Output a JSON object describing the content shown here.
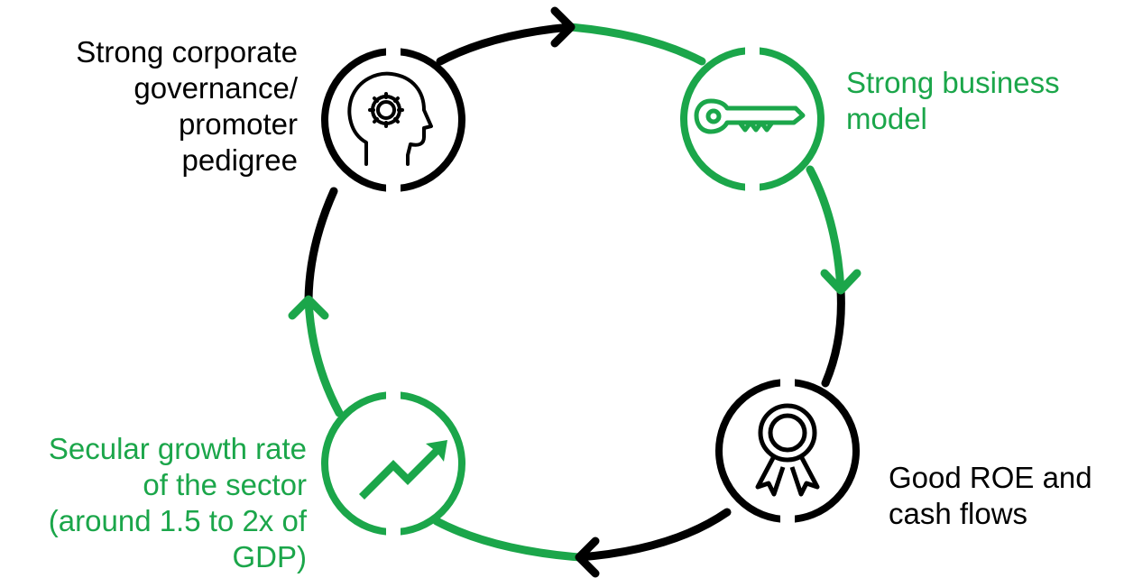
{
  "colors": {
    "black": "#000000",
    "green": "#1BA64A",
    "background": "#FFFFFF"
  },
  "nodes": [
    {
      "id": "governance",
      "icon": "head-gear-icon",
      "color": "black",
      "lines": [
        "Strong corporate",
        "governance/",
        "promoter",
        "pedigree"
      ]
    },
    {
      "id": "business-model",
      "icon": "key-icon",
      "color": "green",
      "lines": [
        "Strong business",
        "model"
      ]
    },
    {
      "id": "roe",
      "icon": "award-ribbon-icon",
      "color": "black",
      "lines": [
        "Good ROE and",
        "cash flows"
      ]
    },
    {
      "id": "growth",
      "icon": "trend-up-arrow-icon",
      "color": "green",
      "lines": [
        "Secular growth rate",
        "of the sector",
        "(around 1.5 to 2x of",
        "GDP)"
      ]
    }
  ]
}
